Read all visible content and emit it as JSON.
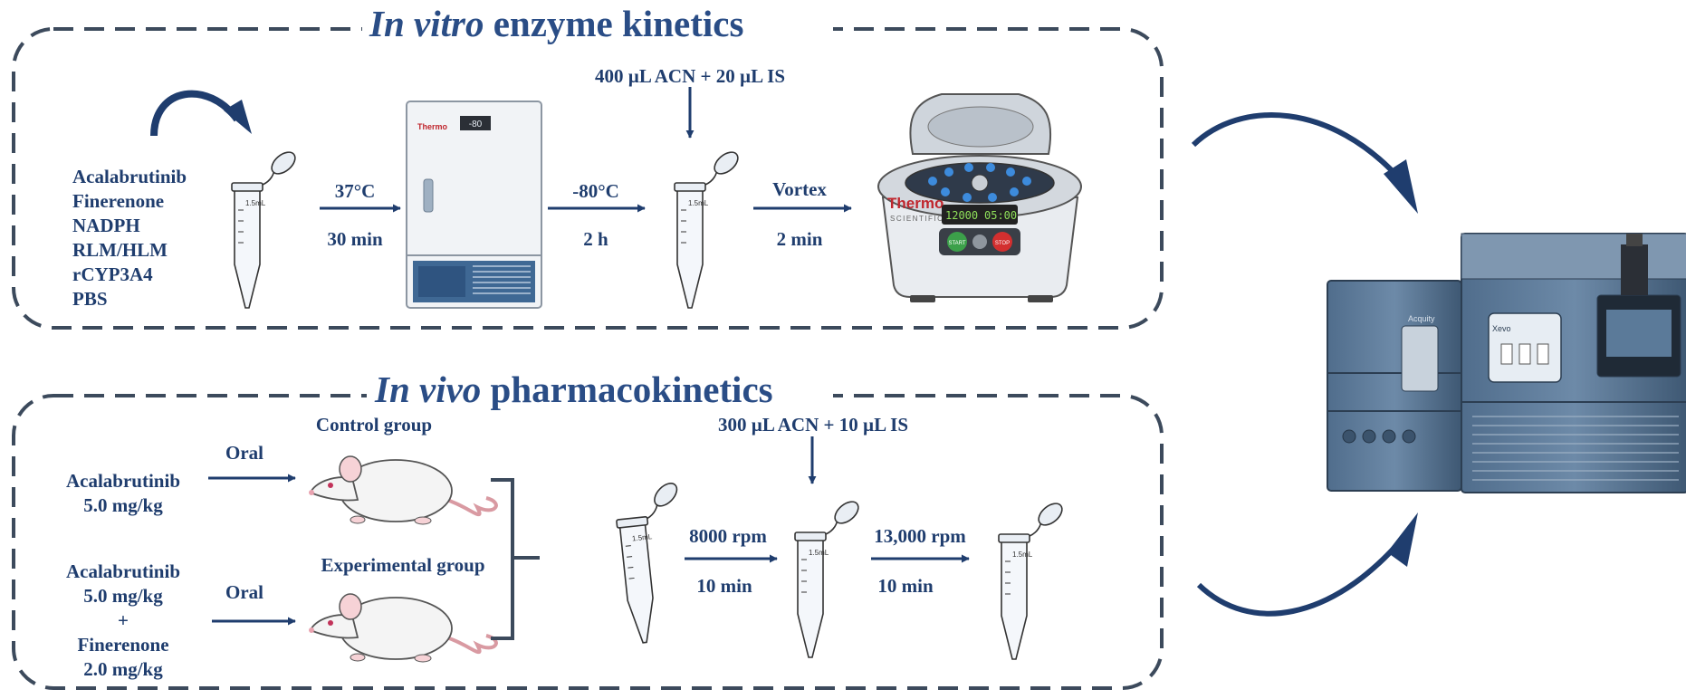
{
  "in_vitro": {
    "title_italic": "In vitro",
    "title_rest": " enzyme kinetics",
    "reagents": [
      "Acalabrutinib",
      "Finerenone",
      "NADPH",
      "RLM/HLM",
      "rCYP3A4",
      "PBS"
    ],
    "step1_top": "37°C",
    "step1_bottom": "30 min",
    "step2_top": "-80°C",
    "step2_bottom": "2 h",
    "additive": "400 µL ACN + 20 µL IS",
    "step3_top": "Vortex",
    "step3_bottom": "2 min",
    "freezer_brand": "Thermo",
    "freezer_display": "-80",
    "centrifuge_brand": "Thermo",
    "centrifuge_sub": "SCIENTIFIC",
    "centrifuge_speed": "12000",
    "centrifuge_time": "05:00",
    "btn_start": "START",
    "btn_stop": "STOP"
  },
  "in_vivo": {
    "title_italic": "In vivo",
    "title_rest": " pharmacokinetics",
    "control_label": "Control group",
    "experimental_label": "Experimental group",
    "control_dose": [
      "Acalabrutinib",
      "5.0 mg/kg"
    ],
    "experimental_dose": [
      "Acalabrutinib",
      "5.0 mg/kg",
      "+",
      "Finerenone",
      "2.0 mg/kg"
    ],
    "route_control": "Oral",
    "route_experimental": "Oral",
    "additive": "300 µL ACN + 10 µL IS",
    "step1_top": "8000 rpm",
    "step1_bottom": "10 min",
    "step2_top": "13,000 rpm",
    "step2_bottom": "10 min"
  },
  "tube_volume_label": "1.5mL",
  "instrument": {
    "brand_left": "Acquity",
    "brand_right": "Xevo"
  },
  "colors": {
    "frame": "#3c4a5c",
    "text": "#1f3d6e",
    "title": "#2a4d86",
    "arrow": "#1f3d6e",
    "blood": "#cc1f1f",
    "plasma": "#f5ecbf",
    "supernatant": "#4a8fd6",
    "instrument": "#44617f"
  }
}
